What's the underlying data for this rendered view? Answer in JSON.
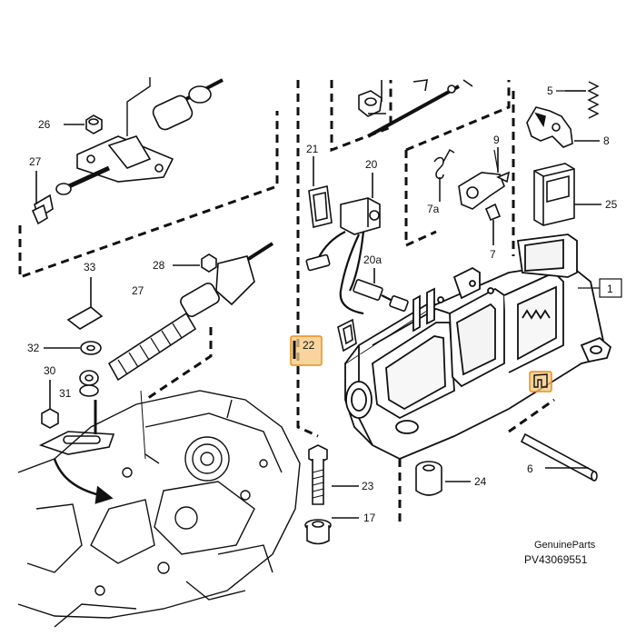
{
  "labels": {
    "p1": "1",
    "p5": "5",
    "p6": "6",
    "p7": "7",
    "p7a": "7a",
    "p8": "8",
    "p9": "9",
    "p17": "17",
    "p20": "20",
    "p20a": "20a",
    "p21": "21",
    "p22": "22",
    "p23": "23",
    "p24": "24",
    "p25": "25",
    "p26": "26",
    "p27a": "27",
    "p27b": "27",
    "p28": "28",
    "p30": "30",
    "p31": "31",
    "p32": "32",
    "p33": "33"
  },
  "footer": {
    "brand": "GenuineParts",
    "code": "PV43069551"
  },
  "colors": {
    "highlight_fill": "#f5c77e",
    "highlight_stroke": "#e8901c",
    "line": "#111111"
  }
}
